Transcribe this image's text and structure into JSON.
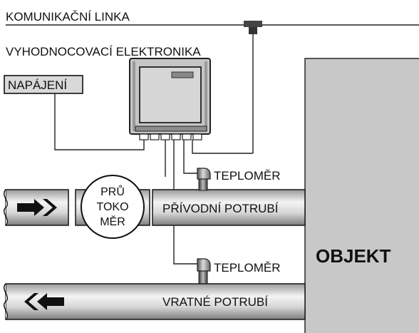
{
  "labels": {
    "communication_line": "KOMUNIKAČNÍ LINKA",
    "evaluation_electronics": "VYHODNOCOVACÍ ELEKTRONIKA",
    "power_supply": "NAPÁJENÍ",
    "flowmeter_line1": "PRŮ",
    "flowmeter_line2": "TOKO",
    "flowmeter_line3": "MĚR",
    "thermometer_supply": "TEPLOMĚR",
    "thermometer_return": "TEPLOMĚR",
    "supply_pipe": "PŘÍVODNÍ POTRUBÍ",
    "return_pipe": "VRATNÉ POTRUBÍ",
    "object": "OBJEKT"
  },
  "colors": {
    "pipe_light": "#f2f2f2",
    "pipe_mid": "#c4c4c4",
    "pipe_dark": "#8c8c8c",
    "object_fill": "#c8c8c8",
    "device_fill": "#c6c6c6",
    "power_label_fill": "#d9d9d9"
  }
}
